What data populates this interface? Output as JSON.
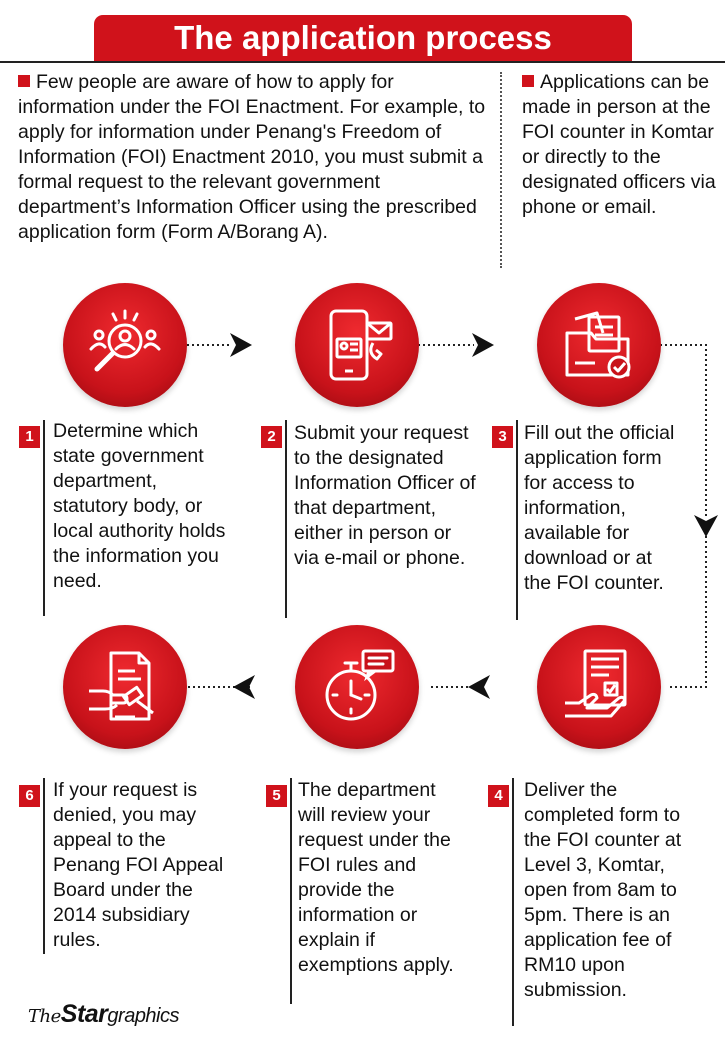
{
  "title": "The application process",
  "intro_left": "Few people are aware of how to apply for information under the FOI Enactment. For example, to apply for information under Penang's Freedom of Information (FOI) Enactment 2010, you must submit a formal request to the relevant government department’s Information Officer using the prescribed application form (Form A/Borang A).",
  "intro_right": "Applications can be made in person at the FOI counter in Komtar or directly to the designated officers via phone or email.",
  "steps": [
    {
      "number": "1",
      "text": "Determine which state government department, statutory body, or local authority holds the information you need.",
      "icon": "search-people-icon"
    },
    {
      "number": "2",
      "text": "Submit your request to the designated Information Officer of that department, either in person or via e-mail or phone.",
      "icon": "phone-mail-icon"
    },
    {
      "number": "3",
      "text": "Fill out the official application form for access to information, available for download or at the FOI counter.",
      "icon": "folder-check-icon"
    },
    {
      "number": "4",
      "text": "Deliver the completed form to the FOI counter at Level 3, Komtar, open from 8am to 5pm. There is an application fee of RM10 upon submission.",
      "icon": "hand-form-icon"
    },
    {
      "number": "5",
      "text": "The department will review your request under the FOI rules and provide the information or explain if exemptions apply.",
      "icon": "stopwatch-chat-icon"
    },
    {
      "number": "6",
      "text": "If your request is denied, you may appeal to the Penang FOI Appeal Board under the 2014 subsidiary rules.",
      "icon": "gavel-document-icon"
    }
  ],
  "credit": {
    "the": "The",
    "star": "Star",
    "graphics": "graphics"
  },
  "colors": {
    "accent": "#d0121b",
    "text": "#111111"
  }
}
